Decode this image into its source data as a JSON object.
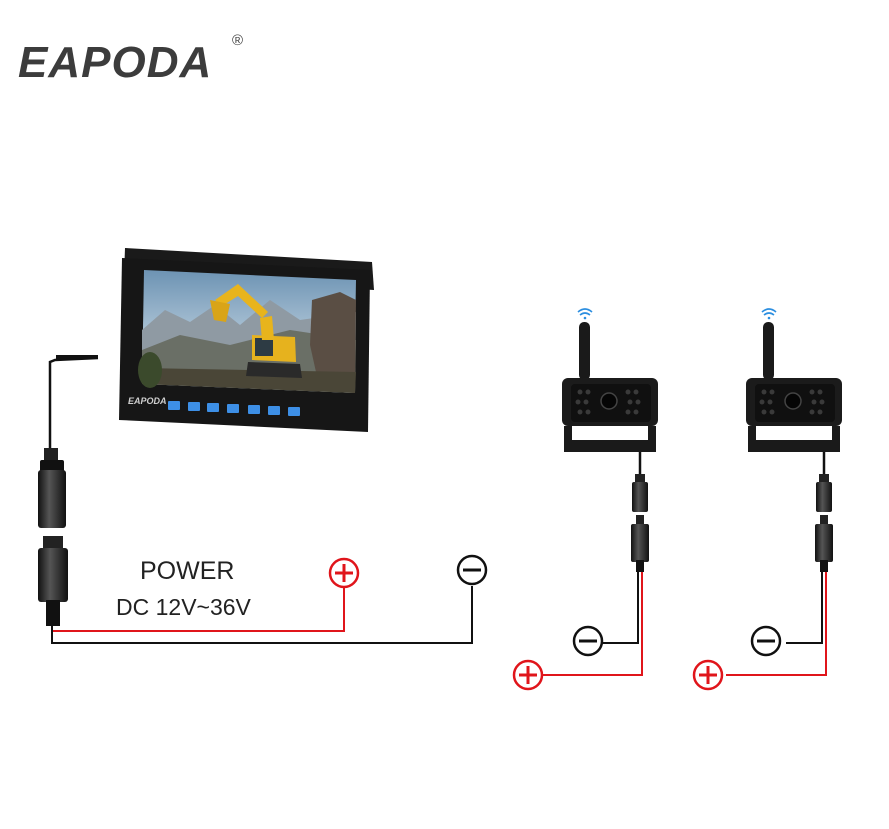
{
  "brand": {
    "name": "EAPODA",
    "registered": "®"
  },
  "monitor": {
    "brand_label": "EAPODA",
    "button_count": 7
  },
  "power": {
    "title": "POWER",
    "spec": "DC  12V~36V"
  },
  "cameras": [
    {
      "id": "camera-1"
    },
    {
      "id": "camera-2"
    }
  ],
  "colors": {
    "positive_wire": "#e0151b",
    "negative_wire": "#111111",
    "button": "#3d8fe6"
  }
}
